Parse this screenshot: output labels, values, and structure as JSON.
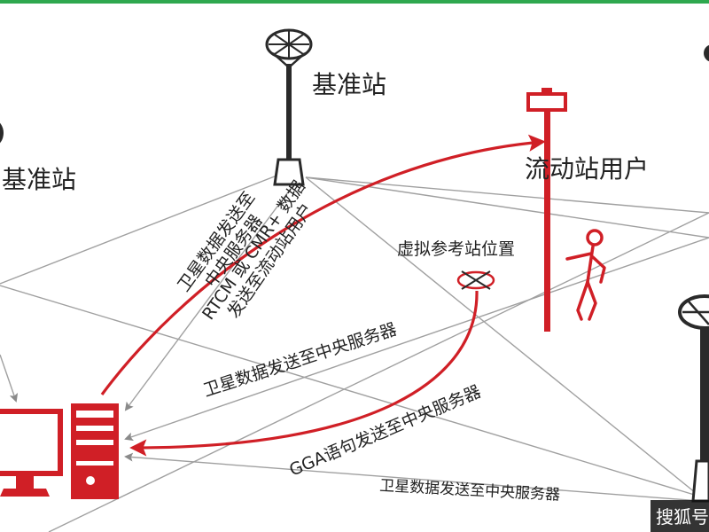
{
  "colors": {
    "accent": "#d01f26",
    "line": "#9a9a9a",
    "ink": "#2a2a2a",
    "frame": "#2fa84f"
  },
  "labels": {
    "base_station_top": "基准站",
    "base_station_left": "基准站",
    "rover_user": "流动站用户",
    "virtual_station": "虚拟参考站位置",
    "sat_to_server_1a": "卫星数据发送至",
    "sat_to_server_1b": "中央服务器",
    "rtcm_a": "RTCM 或 CMR+ 数据",
    "rtcm_b": "发送至流动站用户",
    "sat_to_server_2": "卫星数据发送至中央服务器",
    "gga": "GGA语句发送至中央服务器",
    "sat_to_server_3": "卫星数据发送至中央服务器",
    "watermark": "搜狐号"
  },
  "icons": {
    "base_antenna": "gnss-antenna-icon",
    "rover_pole": "rover-pole-icon",
    "person": "surveyor-person-icon",
    "virtual_marker": "virtual-station-marker-icon",
    "monitor": "monitor-icon",
    "server": "server-tower-icon"
  }
}
